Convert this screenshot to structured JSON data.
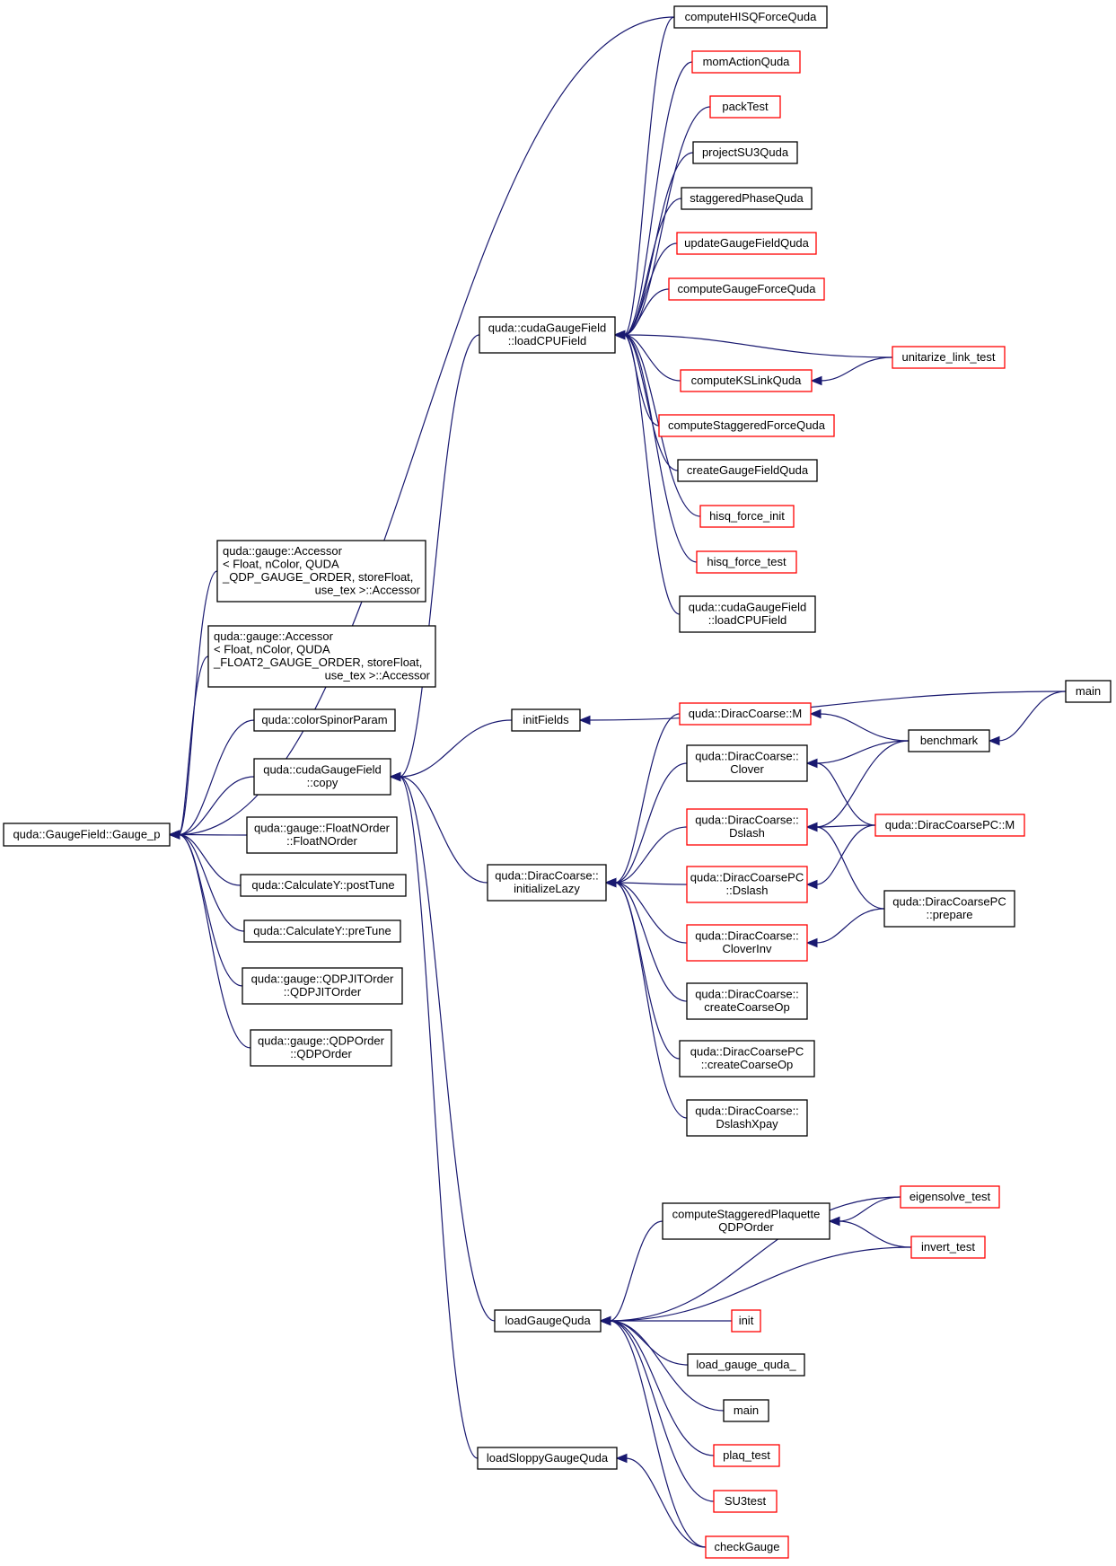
{
  "colors": {
    "edge": "#191970",
    "normal_border": "#000000",
    "linked_border": "#ff0000",
    "root_fill": "#bfbfbf",
    "background": "#ffffff"
  },
  "nodes": [
    {
      "id": "root",
      "lines": [
        "quda::GaugeField::Gauge_p"
      ],
      "style": "root"
    },
    {
      "id": "acc1",
      "lines": [
        "quda::gauge::Accessor",
        "< Float, nColor, QUDA",
        "_QDP_GAUGE_ORDER, storeFloat,",
        "use_tex >::Accessor"
      ],
      "style": "normal"
    },
    {
      "id": "acc2",
      "lines": [
        "quda::gauge::Accessor",
        "< Float, nColor, QUDA",
        "_FLOAT2_GAUGE_ORDER, storeFloat,",
        "use_tex >::Accessor"
      ],
      "style": "normal"
    },
    {
      "id": "colorSpinorParam",
      "lines": [
        "quda::colorSpinorParam"
      ],
      "style": "normal"
    },
    {
      "id": "copy",
      "lines": [
        "quda::cudaGaugeField",
        "::copy"
      ],
      "style": "normal"
    },
    {
      "id": "floatNOrder",
      "lines": [
        "quda::gauge::FloatNOrder",
        "::FloatNOrder"
      ],
      "style": "normal"
    },
    {
      "id": "postTune",
      "lines": [
        "quda::CalculateY::postTune"
      ],
      "style": "normal"
    },
    {
      "id": "preTune",
      "lines": [
        "quda::CalculateY::preTune"
      ],
      "style": "normal"
    },
    {
      "id": "qdpjit",
      "lines": [
        "quda::gauge::QDPJITOrder",
        "::QDPJITOrder"
      ],
      "style": "normal"
    },
    {
      "id": "qdpOrder",
      "lines": [
        "quda::gauge::QDPOrder",
        "::QDPOrder"
      ],
      "style": "normal"
    },
    {
      "id": "loadCPU",
      "lines": [
        "quda::cudaGaugeField",
        "::loadCPUField"
      ],
      "style": "normal"
    },
    {
      "id": "initFields",
      "lines": [
        "initFields"
      ],
      "style": "normal"
    },
    {
      "id": "initLazy",
      "lines": [
        "quda::DiracCoarse::",
        "initializeLazy"
      ],
      "style": "normal"
    },
    {
      "id": "loadGauge",
      "lines": [
        "loadGaugeQuda"
      ],
      "style": "normal"
    },
    {
      "id": "loadSloppy",
      "lines": [
        "loadSloppyGaugeQuda"
      ],
      "style": "normal"
    },
    {
      "id": "hisq",
      "lines": [
        "computeHISQForceQuda"
      ],
      "style": "normal"
    },
    {
      "id": "momAction",
      "lines": [
        "momActionQuda"
      ],
      "style": "linked"
    },
    {
      "id": "packTest",
      "lines": [
        "packTest"
      ],
      "style": "linked"
    },
    {
      "id": "projectSU3",
      "lines": [
        "projectSU3Quda"
      ],
      "style": "normal"
    },
    {
      "id": "staggeredPhase",
      "lines": [
        "staggeredPhaseQuda"
      ],
      "style": "normal"
    },
    {
      "id": "updateGauge",
      "lines": [
        "updateGaugeFieldQuda"
      ],
      "style": "linked"
    },
    {
      "id": "computeGaugeForce",
      "lines": [
        "computeGaugeForceQuda"
      ],
      "style": "linked"
    },
    {
      "id": "computeKSLink",
      "lines": [
        "computeKSLinkQuda"
      ],
      "style": "linked"
    },
    {
      "id": "computeStagForce",
      "lines": [
        "computeStaggeredForceQuda"
      ],
      "style": "linked"
    },
    {
      "id": "createGauge",
      "lines": [
        "createGaugeFieldQuda"
      ],
      "style": "normal"
    },
    {
      "id": "hisqInit",
      "lines": [
        "hisq_force_init"
      ],
      "style": "linked"
    },
    {
      "id": "hisqTest",
      "lines": [
        "hisq_force_test"
      ],
      "style": "linked"
    },
    {
      "id": "loadCPU2",
      "lines": [
        "quda::cudaGaugeField",
        "::loadCPUField"
      ],
      "style": "normal"
    },
    {
      "id": "unitarize",
      "lines": [
        "unitarize_link_test"
      ],
      "style": "linked"
    },
    {
      "id": "mainTop",
      "lines": [
        "main"
      ],
      "style": "normal"
    },
    {
      "id": "dcM",
      "lines": [
        "quda::DiracCoarse::M"
      ],
      "style": "linked"
    },
    {
      "id": "dcClover",
      "lines": [
        "quda::DiracCoarse::",
        "Clover"
      ],
      "style": "normal"
    },
    {
      "id": "dcDslash",
      "lines": [
        "quda::DiracCoarse::",
        "Dslash"
      ],
      "style": "linked"
    },
    {
      "id": "dcpcDslash",
      "lines": [
        "quda::DiracCoarsePC",
        "::Dslash"
      ],
      "style": "linked"
    },
    {
      "id": "dcCloverInv",
      "lines": [
        "quda::DiracCoarse::",
        "CloverInv"
      ],
      "style": "linked"
    },
    {
      "id": "dcCreate",
      "lines": [
        "quda::DiracCoarse::",
        "createCoarseOp"
      ],
      "style": "normal"
    },
    {
      "id": "dcpcCreate",
      "lines": [
        "quda::DiracCoarsePC",
        "::createCoarseOp"
      ],
      "style": "normal"
    },
    {
      "id": "dcXpay",
      "lines": [
        "quda::DiracCoarse::",
        "DslashXpay"
      ],
      "style": "normal"
    },
    {
      "id": "benchmark",
      "lines": [
        "benchmark"
      ],
      "style": "normal"
    },
    {
      "id": "dcpcM",
      "lines": [
        "quda::DiracCoarsePC::M"
      ],
      "style": "linked"
    },
    {
      "id": "dcpcPrepare",
      "lines": [
        "quda::DiracCoarsePC",
        "::prepare"
      ],
      "style": "normal"
    },
    {
      "id": "computeStagPlaq",
      "lines": [
        "computeStaggeredPlaquette",
        "QDPOrder"
      ],
      "style": "normal"
    },
    {
      "id": "eigensolve",
      "lines": [
        "eigensolve_test"
      ],
      "style": "linked"
    },
    {
      "id": "invertTest",
      "lines": [
        "invert_test"
      ],
      "style": "linked"
    },
    {
      "id": "init",
      "lines": [
        "init"
      ],
      "style": "linked"
    },
    {
      "id": "loadGaugeUnder",
      "lines": [
        "load_gauge_quda_"
      ],
      "style": "normal"
    },
    {
      "id": "mainBottom",
      "lines": [
        "main"
      ],
      "style": "normal"
    },
    {
      "id": "plaqTest",
      "lines": [
        "plaq_test"
      ],
      "style": "linked"
    },
    {
      "id": "su3test",
      "lines": [
        "SU3test"
      ],
      "style": "linked"
    },
    {
      "id": "checkGauge",
      "lines": [
        "checkGauge"
      ],
      "style": "linked"
    }
  ],
  "edges": [
    [
      "acc1",
      "root"
    ],
    [
      "acc2",
      "root"
    ],
    [
      "colorSpinorParam",
      "root"
    ],
    [
      "copy",
      "root"
    ],
    [
      "floatNOrder",
      "root"
    ],
    [
      "postTune",
      "root"
    ],
    [
      "preTune",
      "root"
    ],
    [
      "qdpjit",
      "root"
    ],
    [
      "qdpOrder",
      "root"
    ],
    [
      "hisq",
      "root"
    ],
    [
      "loadCPU",
      "copy"
    ],
    [
      "initFields",
      "copy"
    ],
    [
      "initLazy",
      "copy"
    ],
    [
      "loadGauge",
      "copy"
    ],
    [
      "loadSloppy",
      "copy"
    ],
    [
      "hisq",
      "loadCPU"
    ],
    [
      "momAction",
      "loadCPU"
    ],
    [
      "packTest",
      "loadCPU"
    ],
    [
      "projectSU3",
      "loadCPU"
    ],
    [
      "staggeredPhase",
      "loadCPU"
    ],
    [
      "updateGauge",
      "loadCPU"
    ],
    [
      "computeGaugeForce",
      "loadCPU"
    ],
    [
      "unitarize",
      "loadCPU"
    ],
    [
      "computeKSLink",
      "loadCPU"
    ],
    [
      "computeStagForce",
      "loadCPU"
    ],
    [
      "createGauge",
      "loadCPU"
    ],
    [
      "hisqInit",
      "loadCPU"
    ],
    [
      "hisqTest",
      "loadCPU"
    ],
    [
      "loadCPU2",
      "loadCPU"
    ],
    [
      "unitarize",
      "computeKSLink"
    ],
    [
      "mainTop",
      "initFields"
    ],
    [
      "dcM",
      "initLazy"
    ],
    [
      "dcClover",
      "initLazy"
    ],
    [
      "dcDslash",
      "initLazy"
    ],
    [
      "dcpcDslash",
      "initLazy"
    ],
    [
      "dcCloverInv",
      "initLazy"
    ],
    [
      "dcCreate",
      "initLazy"
    ],
    [
      "dcpcCreate",
      "initLazy"
    ],
    [
      "dcXpay",
      "initLazy"
    ],
    [
      "benchmark",
      "dcM"
    ],
    [
      "benchmark",
      "dcClover"
    ],
    [
      "dcpcM",
      "dcClover"
    ],
    [
      "benchmark",
      "dcDslash"
    ],
    [
      "dcpcM",
      "dcDslash"
    ],
    [
      "dcpcPrepare",
      "dcDslash"
    ],
    [
      "dcpcM",
      "dcpcDslash"
    ],
    [
      "dcpcPrepare",
      "dcCloverInv"
    ],
    [
      "mainTop",
      "benchmark"
    ],
    [
      "eigensolve",
      "computeStagPlaq"
    ],
    [
      "invertTest",
      "computeStagPlaq"
    ],
    [
      "computeStagPlaq",
      "loadGauge"
    ],
    [
      "eigensolve",
      "loadGauge"
    ],
    [
      "invertTest",
      "loadGauge"
    ],
    [
      "init",
      "loadGauge"
    ],
    [
      "loadGaugeUnder",
      "loadGauge"
    ],
    [
      "mainBottom",
      "loadGauge"
    ],
    [
      "plaqTest",
      "loadGauge"
    ],
    [
      "su3test",
      "loadGauge"
    ],
    [
      "checkGauge",
      "loadGauge"
    ],
    [
      "checkGauge",
      "loadSloppy"
    ]
  ]
}
